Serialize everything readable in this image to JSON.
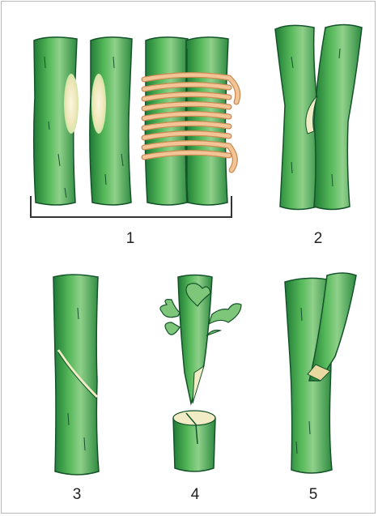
{
  "figure_labels": {
    "fig1": "1",
    "fig2": "2",
    "fig3": "3",
    "fig4": "4",
    "fig5": "5"
  },
  "colors": {
    "stem_light": "#8fd08a",
    "stem_mid": "#4fb356",
    "stem_dark": "#1f7a35",
    "outline": "#14532a",
    "wound": "#f1ecc6",
    "twine": "#f3c596",
    "twine_edge": "#c98a52",
    "bracket": "#333333"
  }
}
